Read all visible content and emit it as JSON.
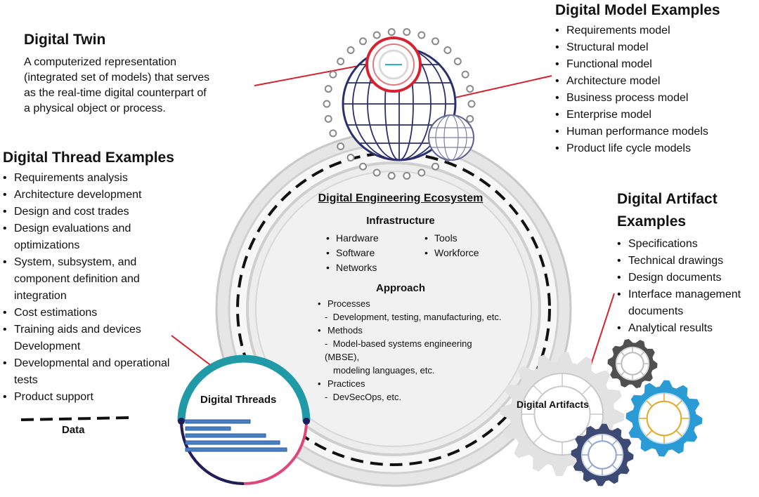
{
  "digital_twin": {
    "title": "Digital Twin",
    "lines": [
      "A computerized representation",
      "(integrated set of models) that serves",
      "as the real-time digital counterpart of",
      "a physical object or process."
    ]
  },
  "thread_examples": {
    "title": "Digital Thread Examples",
    "items": [
      "Requirements analysis",
      "Architecture development",
      "Design and cost trades",
      "Design evaluations and",
      "optimizations",
      "System, subsystem, and",
      "component definition and",
      "integration",
      "Cost estimations",
      "Training aids and devices",
      "Development",
      "Developmental and operational",
      "tests",
      "Product support"
    ]
  },
  "model_examples": {
    "title": "Digital Model Examples",
    "items": [
      "Requirements model",
      "Structural model",
      "Functional model",
      "Architecture model",
      "Business process model",
      "Enterprise model",
      "Human performance models",
      "Product life cycle models"
    ]
  },
  "artifact_examples": {
    "title_line1": "Digital Artifact",
    "title_line2": "Examples",
    "items": [
      "Specifications",
      "Technical drawings",
      "Design documents",
      "Interface management",
      "documents",
      "Analytical results"
    ]
  },
  "ecosystem": {
    "title": "Digital Engineering Ecosystem",
    "infrastructure_heading": "Infrastructure",
    "infra_left": [
      "Hardware",
      "Software",
      "Networks"
    ],
    "infra_right": [
      "Tools",
      "Workforce"
    ],
    "approach_heading": "Approach",
    "approach": {
      "processes": "Processes",
      "processes_detail": "Development, testing, manufacturing, etc.",
      "methods": "Methods",
      "methods_detail_1": "Model-based systems engineering (MBSE),",
      "methods_detail_2": "modeling languages, etc.",
      "practices": "Practices",
      "practices_detail": "DevSecOps, etc."
    }
  },
  "labels": {
    "digital_threads": "Digital Threads",
    "digital_artifacts": "Digital Artifacts",
    "data_legend": "Data",
    "dash": "-"
  },
  "colors": {
    "accent_red": "#d9202e",
    "globe_navy": "#2a2f6e",
    "thread_teal": "#1f9aa6",
    "thread_pink": "#e0457b",
    "gear_blue": "#2b9bd6",
    "gear_yellow": "#e6a623",
    "gear_dark": "#3d4a73",
    "gear_gray": "#505050",
    "bar_blue": "#4a7fc1"
  }
}
